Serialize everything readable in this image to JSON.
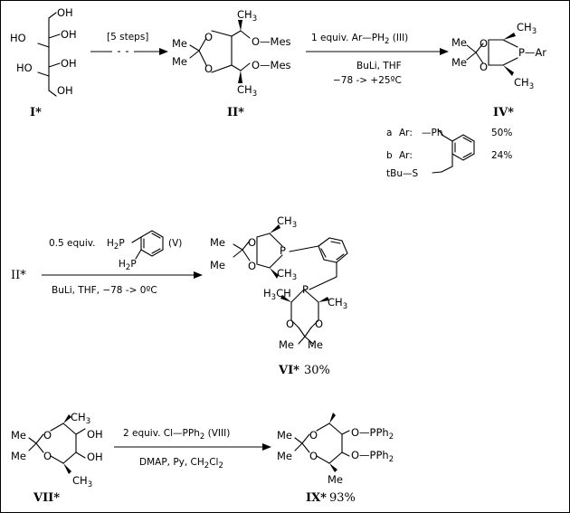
{
  "labels": {
    "OH": "OH",
    "HO": "HO",
    "O": "O",
    "Me": "Me",
    "CH": "CH",
    "three": "3",
    "two": "2",
    "Mes": "Mes",
    "O_Mes": "O—Mes",
    "P": "P",
    "Ar": "Ar",
    "H": "H",
    "P_Ar": "P—Ar",
    "Ph": "Ph",
    "O_PPh": "O—PPh"
  },
  "compounds": {
    "I": "I*",
    "II": "II*",
    "IV": "IV*",
    "VI": "VI*",
    "VI_yield": "30%",
    "VII": "VII*",
    "IX": "IX*",
    "IX_yield": "93%"
  },
  "reaction1": {
    "above": "[5 steps]"
  },
  "reaction2": {
    "above": "1 equiv. Ar—PH",
    "above_reagent": "(III)",
    "below1": "BuLi, THF",
    "below2": "−78 -> +25ºC"
  },
  "variants": {
    "a_label": "a",
    "a_ar": "Ar:",
    "a_group": "—Ph",
    "a_yield": "50%",
    "b_label": "b",
    "b_ar": "Ar:",
    "b_substituent": "tBu—S",
    "b_yield": "24%"
  },
  "reaction3": {
    "above_amount": "0.5 equiv.",
    "above_reagent": "(V)",
    "below": "BuLi, THF, −78 -> 0ºC",
    "start": "II*"
  },
  "reaction4": {
    "above": "2 equiv. Cl—PPh",
    "above_reagent": "(VIII)",
    "below": "DMAP, Py, CH",
    "below_cl": "Cl"
  }
}
